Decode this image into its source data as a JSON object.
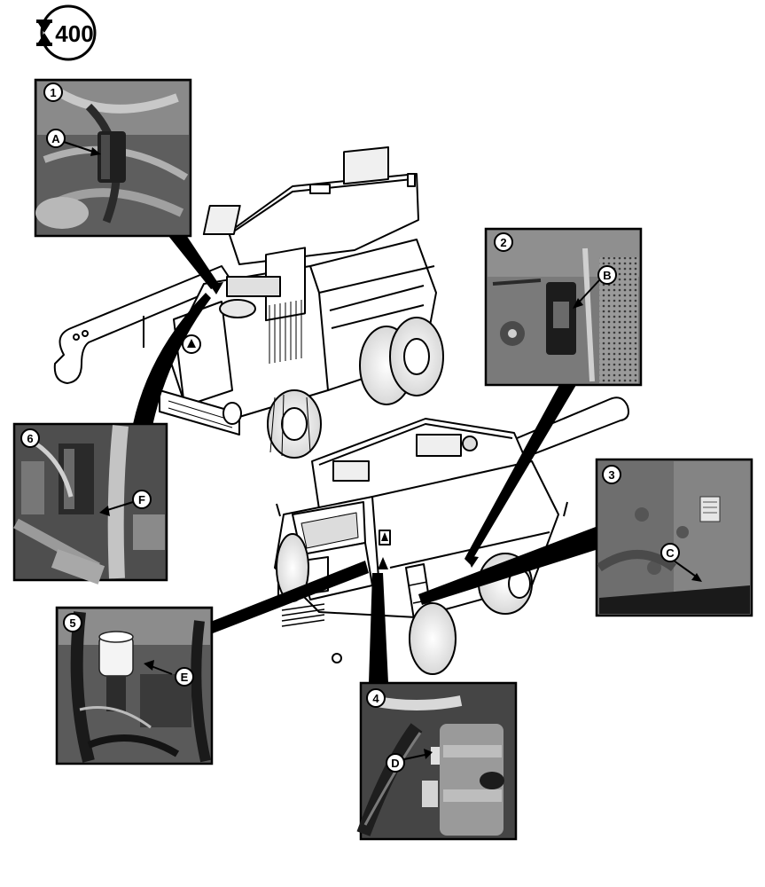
{
  "service_badge": {
    "interval": "400",
    "icon": "hourglass-icon"
  },
  "insets": [
    {
      "number": "1",
      "callout": "A"
    },
    {
      "number": "2",
      "callout": "B"
    },
    {
      "number": "3",
      "callout": "C"
    },
    {
      "number": "4",
      "callout": "D"
    },
    {
      "number": "5",
      "callout": "E"
    },
    {
      "number": "6",
      "callout": "F"
    }
  ]
}
